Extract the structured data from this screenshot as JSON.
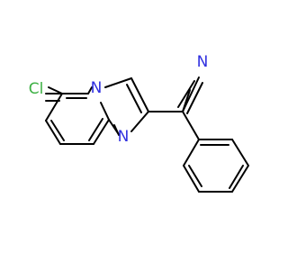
{
  "atoms": {
    "chlorine": {
      "label": "Cl",
      "color": "#3cb043"
    },
    "nitrogen_bridgehead": {
      "label": "N",
      "color": "#3030e0"
    },
    "nitrogen_imine": {
      "label": "N",
      "color": "#3030e0"
    },
    "nitrogen_nitrile": {
      "label": "N",
      "color": "#3030e0"
    }
  },
  "colors": {
    "bond": "#000000",
    "background": "#ffffff"
  }
}
